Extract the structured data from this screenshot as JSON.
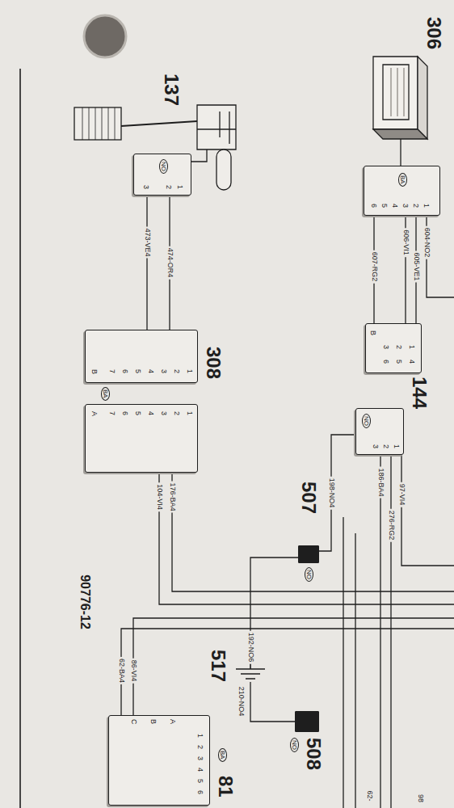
{
  "diagram": {
    "nodes": [
      {
        "text": [
          "306",
          "BA",
          "1",
          "2",
          "3",
          "4",
          "5",
          "6"
        ]
      },
      {
        "text": [
          "137",
          "NO",
          "1",
          "2",
          "3"
        ]
      },
      {
        "text": [
          "B",
          "1",
          "2",
          "3",
          "4",
          "5",
          "6"
        ]
      },
      {
        "text": [
          "144",
          "NO",
          "1",
          "2",
          "3"
        ]
      },
      {
        "text": [
          "308",
          "B",
          "1",
          "2",
          "3",
          "4",
          "5",
          "6",
          "7"
        ]
      },
      {
        "text": [
          "BA",
          "A",
          "1",
          "2",
          "3",
          "4",
          "5",
          "6",
          "7"
        ]
      },
      {
        "text": [
          "507",
          "NO"
        ]
      },
      {
        "text": [
          "517"
        ]
      },
      {
        "text": [
          "508",
          "NO"
        ]
      },
      {
        "text": [
          "81",
          "BA",
          "A",
          "B",
          "C",
          "1",
          "2",
          "3",
          "4",
          "5",
          "6"
        ]
      }
    ],
    "edges": [
      {
        "from": 1,
        "to": 4,
        "arrow": "none",
        "label": "474-OR4"
      },
      {
        "from": 1,
        "to": 4,
        "arrow": "none",
        "label": "473-VE4"
      },
      {
        "from": 0,
        "to": 2,
        "arrow": "none",
        "label": "605-VE1"
      },
      {
        "from": 0,
        "to": 2,
        "arrow": "none",
        "label": "606-VI1"
      },
      {
        "from": 0,
        "to": 2,
        "arrow": "none",
        "label": "607-RG2"
      },
      {
        "from": 3,
        "to": 6,
        "arrow": "none",
        "label": "198-NO4"
      },
      {
        "from": 6,
        "to": 7,
        "arrow": "none",
        "label": "192-NO6"
      },
      {
        "from": 7,
        "to": 8,
        "arrow": "none",
        "label": "210-NO4"
      }
    ],
    "labels": [
      "604-NO2",
      "97-VI4",
      "276-RG2",
      "186-BA4",
      "176-BA4",
      "104-VI4",
      "86-VI4",
      "62-BA4",
      "90776-12",
      "62-",
      "98"
    ]
  }
}
